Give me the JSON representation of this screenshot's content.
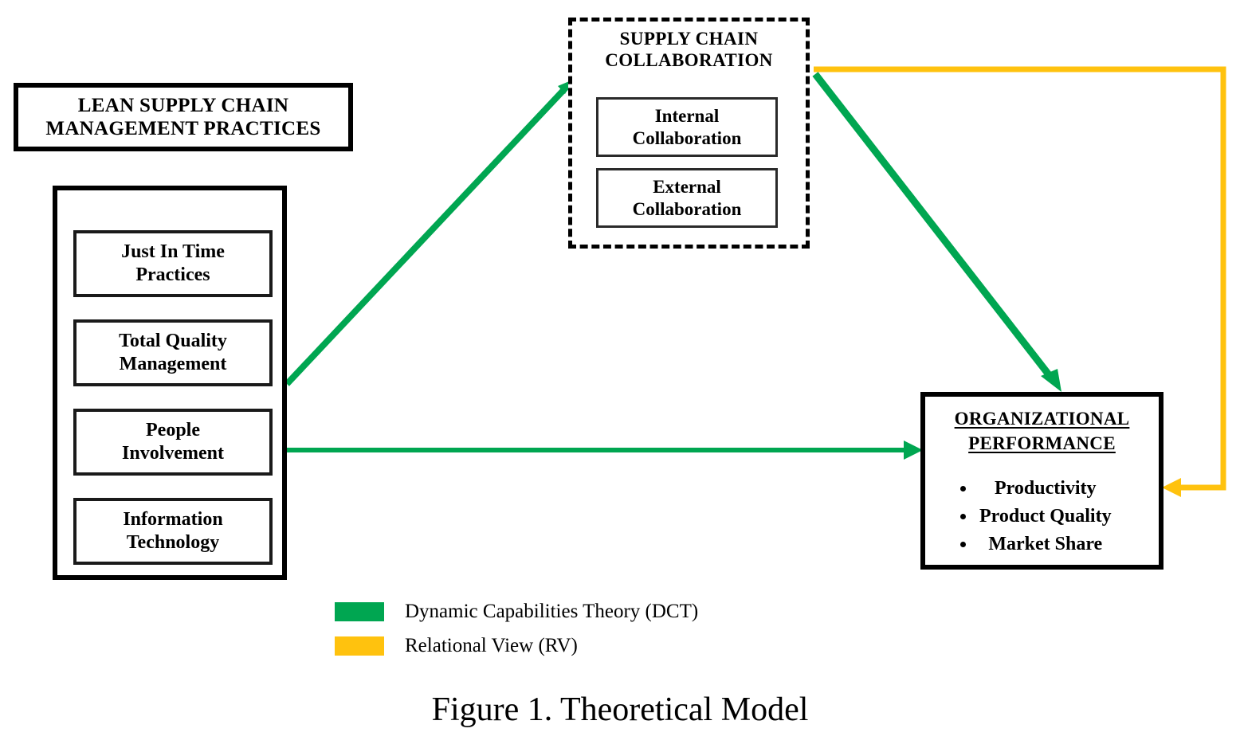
{
  "figure": {
    "caption": "Figure 1. Theoretical Model"
  },
  "lean_practices": {
    "title_line1": "LEAN SUPPLY CHAIN",
    "title_line2": "MANAGEMENT PRACTICES",
    "items": [
      {
        "line1": "Just In Time",
        "line2": "Practices"
      },
      {
        "line1": "Total Quality",
        "line2": "Management"
      },
      {
        "line1": "People",
        "line2": "Involvement"
      },
      {
        "line1": "Information",
        "line2": "Technology"
      }
    ]
  },
  "supply_chain_collaboration": {
    "title_line1": "SUPPLY CHAIN",
    "title_line2": "COLLABORATION",
    "items": [
      {
        "line1": "Internal",
        "line2": "Collaboration"
      },
      {
        "line1": "External",
        "line2": "Collaboration"
      }
    ]
  },
  "organizational_performance": {
    "title_line1": "ORGANIZATIONAL",
    "title_line2": "PERFORMANCE",
    "bullets": [
      "Productivity",
      "Product Quality",
      "Market Share"
    ]
  },
  "legend": {
    "items": [
      {
        "label": "Dynamic Capabilities Theory (DCT)",
        "color": "#00A651"
      },
      {
        "label": "Relational View (RV)",
        "color": "#FFC20E"
      }
    ]
  },
  "colors": {
    "green": "#00A651",
    "yellow": "#FFC20E",
    "black": "#000000",
    "background": "#FFFFFF"
  },
  "chart_data": {
    "type": "diagram",
    "title": "Figure 1. Theoretical Model",
    "nodes": [
      {
        "id": "lscm-title",
        "label": "LEAN SUPPLY CHAIN MANAGEMENT PRACTICES",
        "shape": "rect-thick"
      },
      {
        "id": "lscm-container",
        "label": "",
        "shape": "rect-thick",
        "children": [
          "Just In Time Practices",
          "Total Quality Management",
          "People Involvement",
          "Information Technology"
        ]
      },
      {
        "id": "scc",
        "label": "SUPPLY CHAIN COLLABORATION",
        "shape": "rect-dashed",
        "children": [
          "Internal Collaboration",
          "External Collaboration"
        ]
      },
      {
        "id": "org-perf",
        "label": "ORGANIZATIONAL PERFORMANCE",
        "shape": "rect-thick",
        "children": [
          "Productivity",
          "Product Quality",
          "Market Share"
        ]
      }
    ],
    "edges": [
      {
        "from": "lscm-container",
        "to": "scc",
        "color": "#00A651",
        "style": "solid-arrow",
        "theory": "Dynamic Capabilities Theory (DCT)"
      },
      {
        "from": "scc",
        "to": "org-perf",
        "color": "#00A651",
        "style": "solid-arrow",
        "theory": "Dynamic Capabilities Theory (DCT)"
      },
      {
        "from": "lscm-container",
        "to": "org-perf",
        "color": "#00A651",
        "style": "solid-arrow",
        "theory": "Dynamic Capabilities Theory (DCT)"
      },
      {
        "from": "scc",
        "to": "org-perf",
        "color": "#FFC20E",
        "style": "orthogonal-arrow",
        "theory": "Relational View (RV)"
      }
    ]
  }
}
